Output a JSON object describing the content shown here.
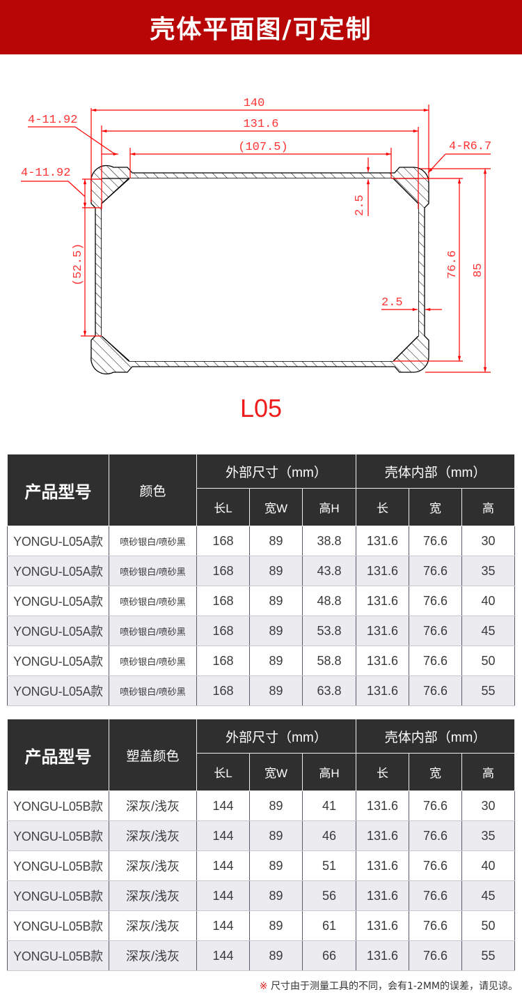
{
  "banner": {
    "title": "壳体平面图/可定制",
    "bg_color": "#b80505"
  },
  "drawing": {
    "line_color": "#ff0000",
    "outline_color": "#000000",
    "dimensions": {
      "overall_width": "140",
      "inner_width": "131.6",
      "flat_width": "(107.5)",
      "chamfer_top": "4-11.92",
      "chamfer_side": "4-11.92",
      "corner_radius": "4-R6.7",
      "wall_top": "2.5",
      "wall_side": "2.5",
      "inner_height": "76.6",
      "overall_height": "85",
      "flat_height": "(52.5)"
    }
  },
  "model_label": "L05",
  "table_a": {
    "headers": {
      "model": "产品型号",
      "color": "颜色",
      "outer_group": "外部尺寸（mm）",
      "inner_group": "壳体内部（mm）",
      "outer_cols": [
        "长L",
        "宽W",
        "高H"
      ],
      "inner_cols": [
        "长",
        "宽",
        "高"
      ]
    },
    "rows": [
      {
        "model": "YONGU-L05A款",
        "color": "喷砂银白/喷砂黑",
        "L": "168",
        "W": "89",
        "H": "38.8",
        "il": "131.6",
        "iw": "76.6",
        "ih": "30"
      },
      {
        "model": "YONGU-L05A款",
        "color": "喷砂银白/喷砂黑",
        "L": "168",
        "W": "89",
        "H": "43.8",
        "il": "131.6",
        "iw": "76.6",
        "ih": "35"
      },
      {
        "model": "YONGU-L05A款",
        "color": "喷砂银白/喷砂黑",
        "L": "168",
        "W": "89",
        "H": "48.8",
        "il": "131.6",
        "iw": "76.6",
        "ih": "40"
      },
      {
        "model": "YONGU-L05A款",
        "color": "喷砂银白/喷砂黑",
        "L": "168",
        "W": "89",
        "H": "53.8",
        "il": "131.6",
        "iw": "76.6",
        "ih": "45"
      },
      {
        "model": "YONGU-L05A款",
        "color": "喷砂银白/喷砂黑",
        "L": "168",
        "W": "89",
        "H": "58.8",
        "il": "131.6",
        "iw": "76.6",
        "ih": "50"
      },
      {
        "model": "YONGU-L05A款",
        "color": "喷砂银白/喷砂黑",
        "L": "168",
        "W": "89",
        "H": "63.8",
        "il": "131.6",
        "iw": "76.6",
        "ih": "55"
      }
    ]
  },
  "table_b": {
    "headers": {
      "model": "产品型号",
      "color": "塑盖颜色",
      "outer_group": "外部尺寸（mm）",
      "inner_group": "壳体内部（mm）",
      "outer_cols": [
        "长L",
        "宽W",
        "高H"
      ],
      "inner_cols": [
        "长",
        "宽",
        "高"
      ]
    },
    "rows": [
      {
        "model": "YONGU-L05B款",
        "color": "深灰/浅灰",
        "L": "144",
        "W": "89",
        "H": "41",
        "il": "131.6",
        "iw": "76.6",
        "ih": "30"
      },
      {
        "model": "YONGU-L05B款",
        "color": "深灰/浅灰",
        "L": "144",
        "W": "89",
        "H": "46",
        "il": "131.6",
        "iw": "76.6",
        "ih": "35"
      },
      {
        "model": "YONGU-L05B款",
        "color": "深灰/浅灰",
        "L": "144",
        "W": "89",
        "H": "51",
        "il": "131.6",
        "iw": "76.6",
        "ih": "40"
      },
      {
        "model": "YONGU-L05B款",
        "color": "深灰/浅灰",
        "L": "144",
        "W": "89",
        "H": "56",
        "il": "131.6",
        "iw": "76.6",
        "ih": "45"
      },
      {
        "model": "YONGU-L05B款",
        "color": "深灰/浅灰",
        "L": "144",
        "W": "89",
        "H": "61",
        "il": "131.6",
        "iw": "76.6",
        "ih": "50"
      },
      {
        "model": "YONGU-L05B款",
        "color": "深灰/浅灰",
        "L": "144",
        "W": "89",
        "H": "66",
        "il": "131.6",
        "iw": "76.6",
        "ih": "55"
      }
    ]
  },
  "note": {
    "mark": "※",
    "text": " 尺寸由于测量工具的不同，会有1-2MM的误差，请见谅。"
  }
}
